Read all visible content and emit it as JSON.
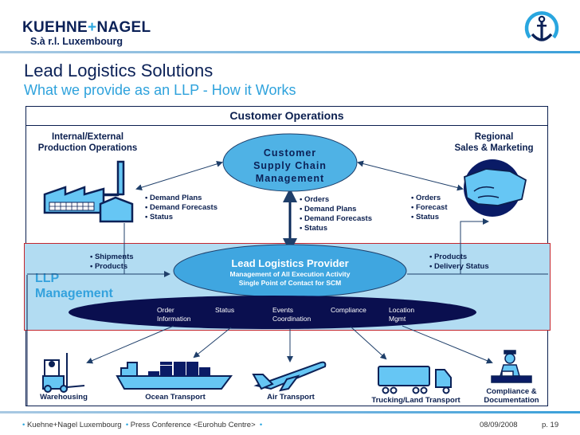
{
  "header": {
    "brand_left": "KUEHNE",
    "brand_plus": "+",
    "brand_right": "NAGEL",
    "entity": "S.à r.l.  Luxembourg",
    "logo_icon": "anchor-icon"
  },
  "slide": {
    "title": "Lead Logistics Solutions",
    "subtitle": "What we provide as an LLP - How it Works"
  },
  "diagram": {
    "top_header": "Customer Operations",
    "band_label_line1": "LLP",
    "band_label_line2": "Management",
    "nodes": {
      "production": {
        "line1": "Internal/External",
        "line2": "Production Operations",
        "icon": "factory-icon"
      },
      "sales": {
        "line1": "Regional",
        "line2": "Sales & Marketing",
        "icon": "handshake-icon"
      },
      "cscm": {
        "line1": "Customer",
        "line2": "Supply Chain",
        "line3": "Management"
      },
      "llp": {
        "title": "Lead Logistics Provider",
        "line1": "Management of All Execution Activity",
        "line2": "Single Point of Contact for SCM"
      }
    },
    "flows": {
      "production_to_cscm": [
        "Demand Plans",
        "Demand Forecasts",
        "Status"
      ],
      "cscm_to_llp": [
        "Orders",
        "Demand Plans",
        "Demand Forecasts",
        "Status"
      ],
      "sales_to_cscm": [
        "Orders",
        "Forecast",
        "Status"
      ],
      "production_to_llp": [
        "Shipments",
        "Products"
      ],
      "llp_to_sales": [
        "Products",
        "Delivery Status"
      ]
    },
    "functions": [
      {
        "line1": "Order",
        "line2": "Information"
      },
      {
        "line1": "Status",
        "line2": ""
      },
      {
        "line1": "Events",
        "line2": "Coordination"
      },
      {
        "line1": "Compliance",
        "line2": ""
      },
      {
        "line1": "Location",
        "line2": "Mgmt"
      }
    ],
    "services": [
      {
        "label": "Warehousing",
        "icon": "forklift-icon"
      },
      {
        "label": "Ocean Transport",
        "icon": "ship-icon"
      },
      {
        "label": "Air Transport",
        "icon": "airplane-icon"
      },
      {
        "label": "Trucking/Land Transport",
        "icon": "truck-icon"
      },
      {
        "label": "Compliance &",
        "label2": "Documentation",
        "icon": "customs-officer-icon"
      }
    ]
  },
  "footer": {
    "company": "Kuehne+Nagel Luxembourg",
    "event": "Press Conference <Eurohub Centre>",
    "date": "08/09/2008",
    "page": "p. 19"
  },
  "colors": {
    "navy": "#0b1f4f",
    "accent_blue": "#29a6df",
    "ellipse_blue": "#47aee3",
    "band_blue": "#b2dcf2",
    "band_border": "#c4262e",
    "icon_fill": "#66c6f4"
  }
}
